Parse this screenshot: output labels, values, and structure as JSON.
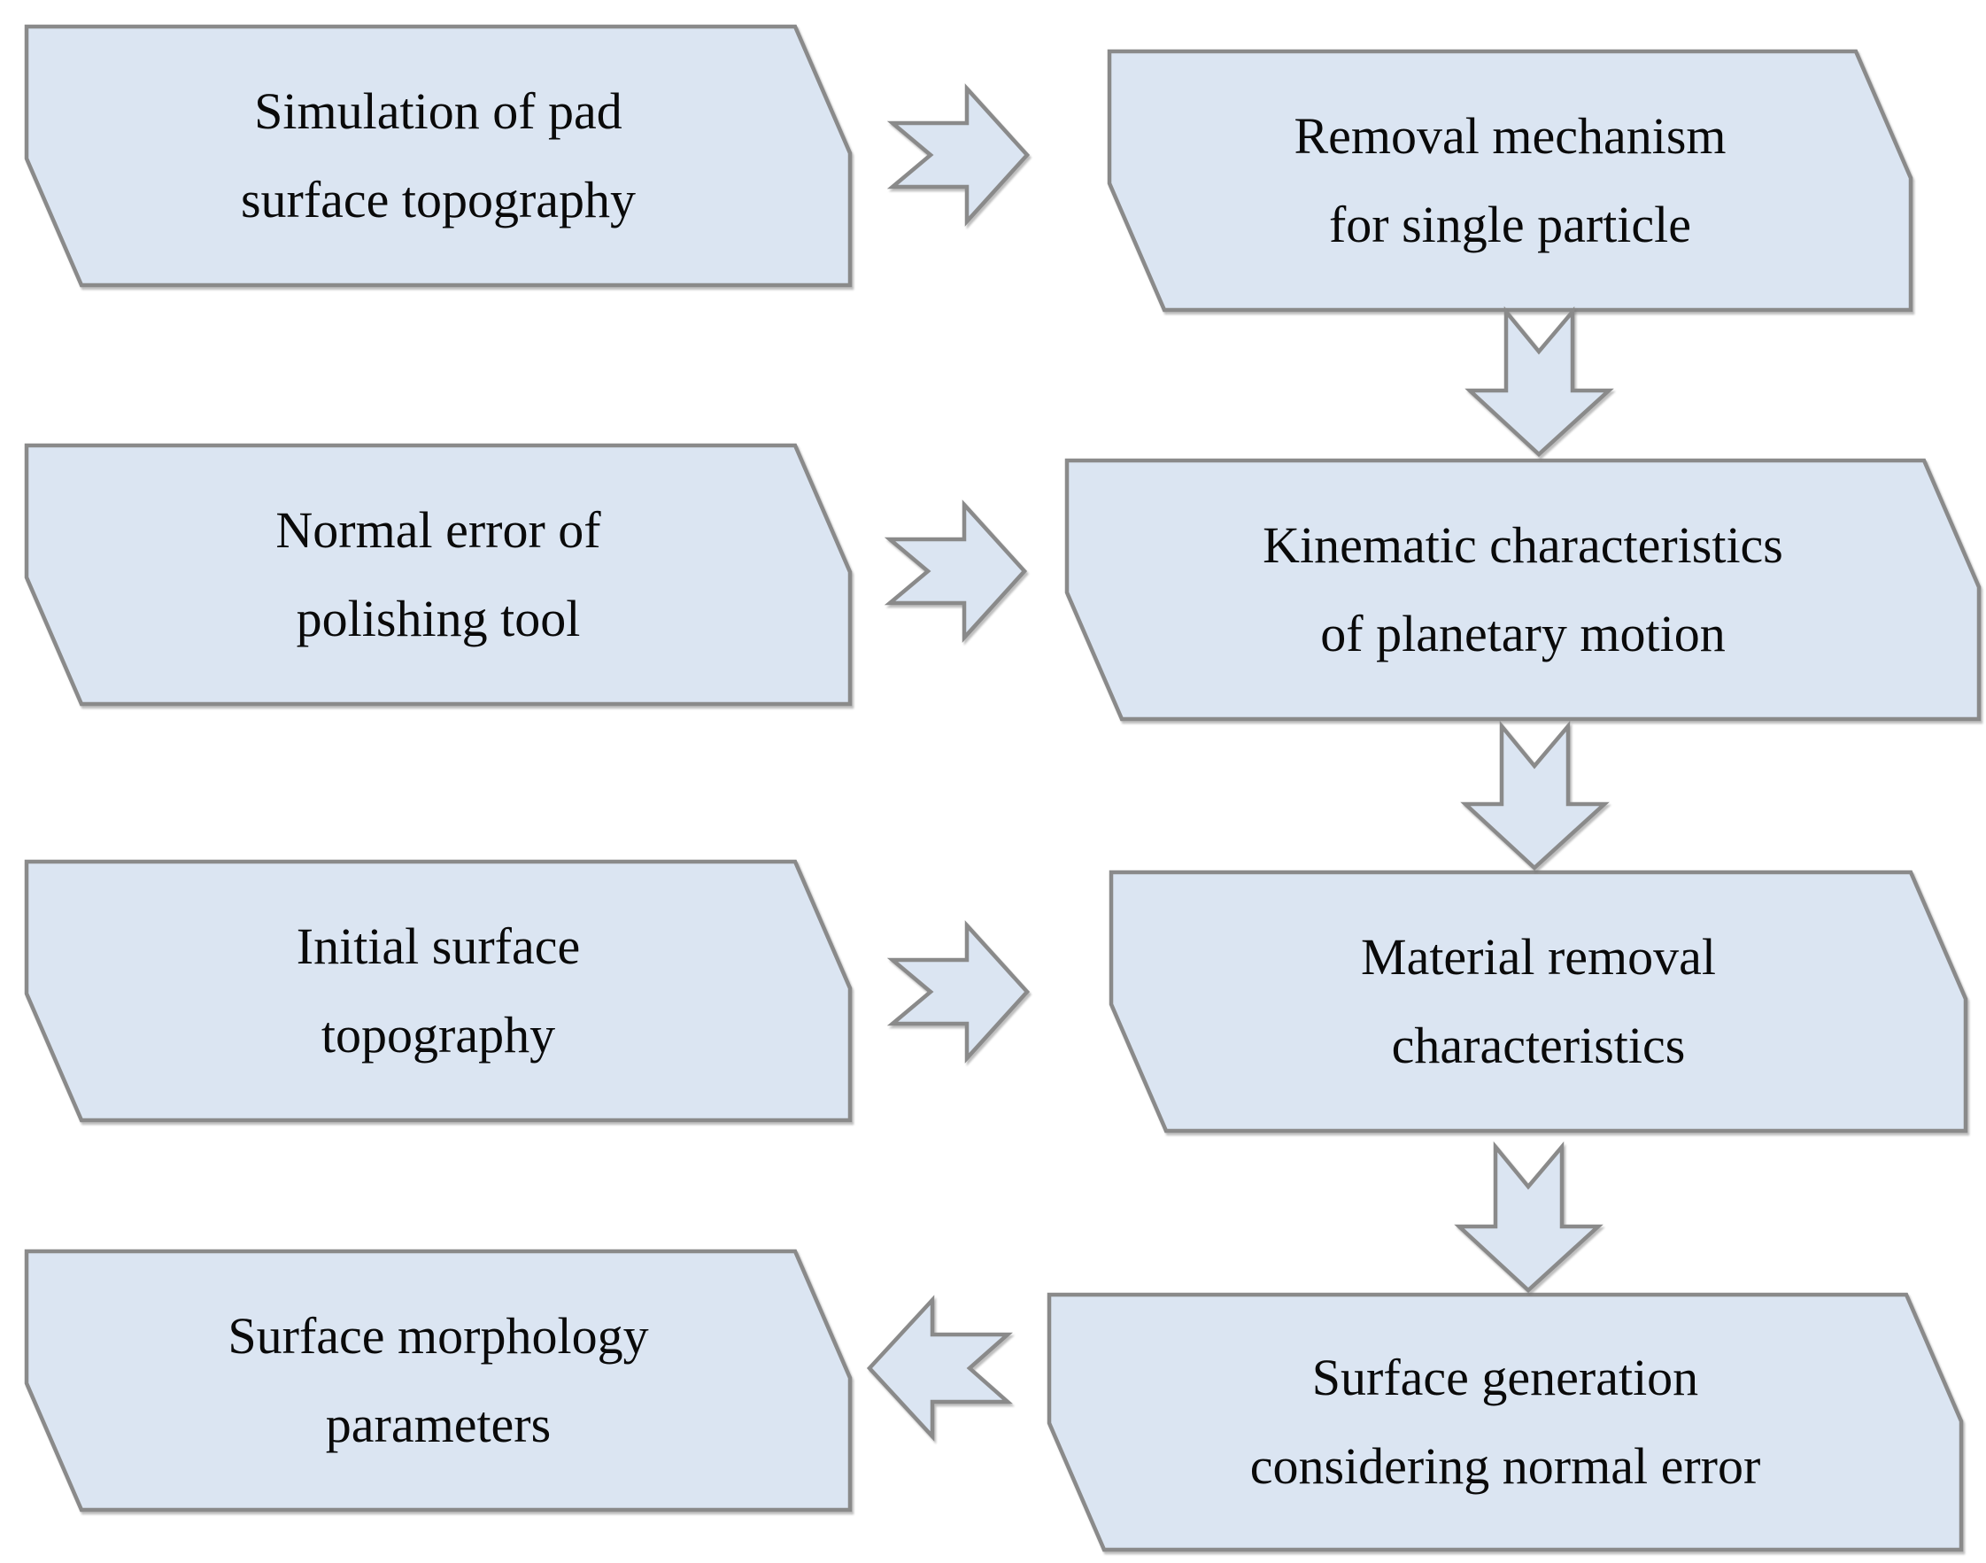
{
  "colors": {
    "node_fill": "#dbe5f2",
    "node_border": "#8a8a8a",
    "text": "#0a0a0a",
    "background": "#ffffff"
  },
  "nodes": [
    {
      "id": "simulation-pad",
      "label": "Simulation of pad\nsurface topography"
    },
    {
      "id": "removal-mechanism",
      "label": "Removal mechanism\nfor single particle"
    },
    {
      "id": "normal-error",
      "label": "Normal error of\npolishing tool"
    },
    {
      "id": "kinematic-characteristics",
      "label": "Kinematic characteristics\nof planetary motion"
    },
    {
      "id": "initial-surface",
      "label": "Initial surface\ntopography"
    },
    {
      "id": "material-removal",
      "label": "Material removal\ncharacteristics"
    },
    {
      "id": "surface-morphology",
      "label": "Surface morphology\nparameters"
    },
    {
      "id": "surface-generation",
      "label": "Surface generation\nconsidering normal error"
    }
  ],
  "connections": [
    {
      "from": "simulation-pad",
      "to": "removal-mechanism",
      "direction": "right"
    },
    {
      "from": "removal-mechanism",
      "to": "kinematic-characteristics",
      "direction": "down"
    },
    {
      "from": "normal-error",
      "to": "kinematic-characteristics",
      "direction": "right"
    },
    {
      "from": "kinematic-characteristics",
      "to": "material-removal",
      "direction": "down"
    },
    {
      "from": "initial-surface",
      "to": "material-removal",
      "direction": "right"
    },
    {
      "from": "material-removal",
      "to": "surface-generation",
      "direction": "down"
    },
    {
      "from": "surface-generation",
      "to": "surface-morphology",
      "direction": "left"
    }
  ]
}
